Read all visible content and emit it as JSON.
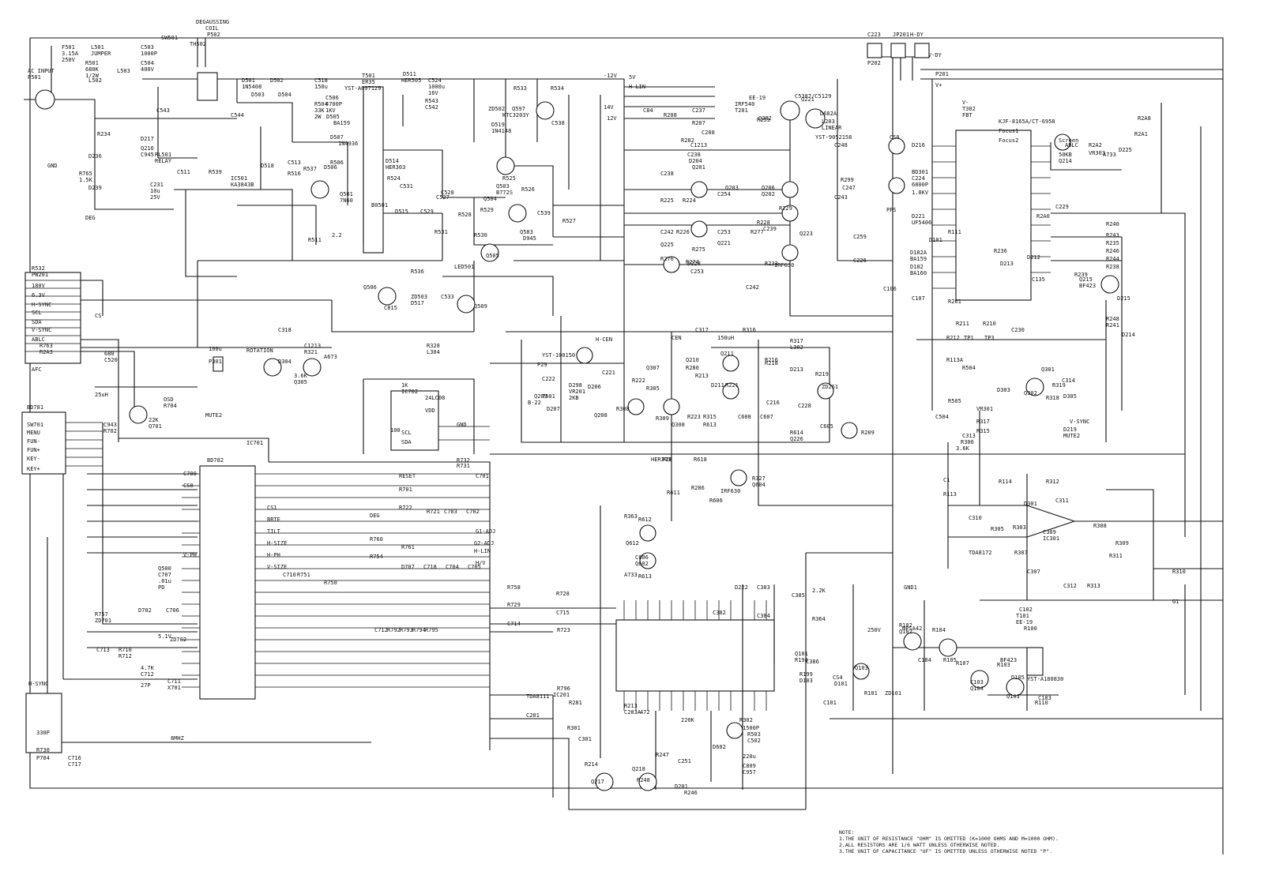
{
  "labels": [
    {
      "text": "AC INPUT"
    },
    {
      "text": "P501"
    },
    {
      "text": "F501"
    },
    {
      "text": "3.15A"
    },
    {
      "text": "250V"
    },
    {
      "text": "L501"
    },
    {
      "text": "JUMPER"
    },
    {
      "text": "R501"
    },
    {
      "text": "680K"
    },
    {
      "text": "1/2W"
    },
    {
      "text": "L502"
    },
    {
      "text": "L503"
    },
    {
      "text": "C503"
    },
    {
      "text": "C504"
    },
    {
      "text": "1000P"
    },
    {
      "text": "400V"
    },
    {
      "text": "SW501"
    },
    {
      "text": "TH502"
    },
    {
      "text": "DEGAUSSING"
    },
    {
      "text": "COIL"
    },
    {
      "text": "P502"
    },
    {
      "text": "D501"
    },
    {
      "text": "D502"
    },
    {
      "text": "D503"
    },
    {
      "text": "D504"
    },
    {
      "text": "1N5408"
    },
    {
      "text": "C518"
    },
    {
      "text": "150u"
    },
    {
      "text": "C543"
    },
    {
      "text": "C544"
    },
    {
      "text": "C506"
    },
    {
      "text": "4700P"
    },
    {
      "text": "1KV"
    },
    {
      "text": "R504"
    },
    {
      "text": "33K"
    },
    {
      "text": "2W"
    },
    {
      "text": "D505"
    },
    {
      "text": "BA159"
    },
    {
      "text": "T501"
    },
    {
      "text": "ER35"
    },
    {
      "text": "YST-A697129"
    },
    {
      "text": "D511"
    },
    {
      "text": "HER505"
    },
    {
      "text": "C524"
    },
    {
      "text": "1000u"
    },
    {
      "text": "16V"
    },
    {
      "text": "-12V"
    },
    {
      "text": "5V"
    },
    {
      "text": "14V"
    },
    {
      "text": "12V"
    },
    {
      "text": "H-LIN"
    },
    {
      "text": "R533"
    },
    {
      "text": "R534"
    },
    {
      "text": "R543"
    },
    {
      "text": "C542"
    },
    {
      "text": "ZD502"
    },
    {
      "text": "Q597"
    },
    {
      "text": "KTC3203Y"
    },
    {
      "text": "D519"
    },
    {
      "text": "1N4148"
    },
    {
      "text": "C538"
    },
    {
      "text": "R234"
    },
    {
      "text": "D217"
    },
    {
      "text": "Q216"
    },
    {
      "text": "C945"
    },
    {
      "text": "RL501"
    },
    {
      "text": "RELAY"
    },
    {
      "text": "D236"
    },
    {
      "text": "D239"
    },
    {
      "text": "C231"
    },
    {
      "text": "10u"
    },
    {
      "text": "25V"
    },
    {
      "text": "R765"
    },
    {
      "text": "1.5K"
    },
    {
      "text": "GND"
    },
    {
      "text": "DEG"
    },
    {
      "text": "C511"
    },
    {
      "text": "R539"
    },
    {
      "text": "IC501"
    },
    {
      "text": "KA3843B"
    },
    {
      "text": "C513"
    },
    {
      "text": "R537"
    },
    {
      "text": "D518"
    },
    {
      "text": "R516"
    },
    {
      "text": "D507"
    },
    {
      "text": "1N4936"
    },
    {
      "text": "D506"
    },
    {
      "text": "R506"
    },
    {
      "text": "Q501"
    },
    {
      "text": "7N60"
    },
    {
      "text": "R511"
    },
    {
      "text": "2.2"
    },
    {
      "text": "D514"
    },
    {
      "text": "HER303"
    },
    {
      "text": "R524"
    },
    {
      "text": "C531"
    },
    {
      "text": "C527"
    },
    {
      "text": "C528"
    },
    {
      "text": "Q503"
    },
    {
      "text": "B772S"
    },
    {
      "text": "R525"
    },
    {
      "text": "R526"
    },
    {
      "text": "Q504"
    },
    {
      "text": "B0501"
    },
    {
      "text": "D515"
    },
    {
      "text": "C529"
    },
    {
      "text": "C539"
    },
    {
      "text": "R527"
    },
    {
      "text": "Q583"
    },
    {
      "text": "D945"
    },
    {
      "text": "R528"
    },
    {
      "text": "R529"
    },
    {
      "text": "R530"
    },
    {
      "text": "R531"
    },
    {
      "text": "Q505"
    },
    {
      "text": "LED501"
    },
    {
      "text": "R536"
    },
    {
      "text": "ZD503"
    },
    {
      "text": "D517"
    },
    {
      "text": "Q506"
    },
    {
      "text": "C815"
    },
    {
      "text": "C533"
    },
    {
      "text": "Q509"
    },
    {
      "text": "R532"
    },
    {
      "text": "PW201"
    },
    {
      "text": "180V"
    },
    {
      "text": "6.3V"
    },
    {
      "text": "H-SYNC"
    },
    {
      "text": "SCL"
    },
    {
      "text": "SDA"
    },
    {
      "text": "V-SYNC"
    },
    {
      "text": "ABLC"
    },
    {
      "text": "AFC"
    },
    {
      "text": "CS"
    },
    {
      "text": "R763"
    },
    {
      "text": "R2A3"
    },
    {
      "text": "680"
    },
    {
      "text": "C520"
    },
    {
      "text": "100u"
    },
    {
      "text": "P301"
    },
    {
      "text": "ROTATION"
    },
    {
      "text": "C318"
    },
    {
      "text": "D304"
    },
    {
      "text": "C1213"
    },
    {
      "text": "R321"
    },
    {
      "text": "3.6K"
    },
    {
      "text": "Q305"
    },
    {
      "text": "A673"
    },
    {
      "text": "R328"
    },
    {
      "text": "L304"
    },
    {
      "text": "25uH"
    },
    {
      "text": "MUTE2"
    },
    {
      "text": "BD781"
    },
    {
      "text": "SW701"
    },
    {
      "text": "MENU"
    },
    {
      "text": "FUN-"
    },
    {
      "text": "FUN+"
    },
    {
      "text": "KEY-"
    },
    {
      "text": "KEY+"
    },
    {
      "text": "OSD"
    },
    {
      "text": "R704"
    },
    {
      "text": "22K"
    },
    {
      "text": "Q701"
    },
    {
      "text": "C943"
    },
    {
      "text": "R702"
    },
    {
      "text": "1K"
    },
    {
      "text": "IC702"
    },
    {
      "text": "24LC08"
    },
    {
      "text": "VDD"
    },
    {
      "text": "SCL"
    },
    {
      "text": "SDA"
    },
    {
      "text": "GND"
    },
    {
      "text": "R732"
    },
    {
      "text": "R731"
    },
    {
      "text": "100"
    },
    {
      "text": "BD782"
    },
    {
      "text": "IC701"
    },
    {
      "text": "C700"
    },
    {
      "text": "CS0"
    },
    {
      "text": "CS1"
    },
    {
      "text": "BRTE"
    },
    {
      "text": "TILT"
    },
    {
      "text": "H-SIZE"
    },
    {
      "text": "H-PH"
    },
    {
      "text": "V-SIZE"
    },
    {
      "text": "V-PH"
    },
    {
      "text": "RESET"
    },
    {
      "text": "R701"
    },
    {
      "text": "R722"
    },
    {
      "text": "R721"
    },
    {
      "text": "C703"
    },
    {
      "text": "C702"
    },
    {
      "text": "C701"
    },
    {
      "text": "G1-ADJ"
    },
    {
      "text": "G2-ADJ"
    },
    {
      "text": "H-LIN"
    },
    {
      "text": "H/V"
    },
    {
      "text": "DEG"
    },
    {
      "text": "R760"
    },
    {
      "text": "R761"
    },
    {
      "text": "R754"
    },
    {
      "text": "D707"
    },
    {
      "text": "C718"
    },
    {
      "text": "C704"
    },
    {
      "text": "C705"
    },
    {
      "text": "C710"
    },
    {
      "text": "R751"
    },
    {
      "text": "R750"
    },
    {
      "text": "Q500"
    },
    {
      "text": "C707"
    },
    {
      "text": ".01u"
    },
    {
      "text": "PD"
    },
    {
      "text": "D702"
    },
    {
      "text": "C706"
    },
    {
      "text": "R757"
    },
    {
      "text": "ZD701"
    },
    {
      "text": "5.1V"
    },
    {
      "text": "ZD702"
    },
    {
      "text": "C713"
    },
    {
      "text": "R710"
    },
    {
      "text": "R712"
    },
    {
      "text": "4.7K"
    },
    {
      "text": "C712"
    },
    {
      "text": "27P"
    },
    {
      "text": "C711"
    },
    {
      "text": "X701"
    },
    {
      "text": "8MHZ"
    },
    {
      "text": "H-SYNC"
    },
    {
      "text": "P704"
    },
    {
      "text": "C716"
    },
    {
      "text": "C717"
    },
    {
      "text": "330P"
    },
    {
      "text": "R730"
    },
    {
      "text": "R758"
    },
    {
      "text": "R729"
    },
    {
      "text": "R728"
    },
    {
      "text": "C715"
    },
    {
      "text": "C714"
    },
    {
      "text": "R723"
    },
    {
      "text": "C712"
    },
    {
      "text": "R792"
    },
    {
      "text": "R793"
    },
    {
      "text": "R794"
    },
    {
      "text": "R795"
    },
    {
      "text": "R796"
    },
    {
      "text": "IC201"
    },
    {
      "text": "TDA8111"
    },
    {
      "text": "R281"
    },
    {
      "text": "C201"
    },
    {
      "text": "R301"
    },
    {
      "text": "C301"
    },
    {
      "text": "R213"
    },
    {
      "text": "C283A"
    },
    {
      "text": "472"
    },
    {
      "text": "R214"
    },
    {
      "text": "Q218"
    },
    {
      "text": "Q217"
    },
    {
      "text": "R248"
    },
    {
      "text": "R247"
    },
    {
      "text": "C251"
    },
    {
      "text": "D201"
    },
    {
      "text": "R246"
    },
    {
      "text": "220K"
    },
    {
      "text": "D602"
    },
    {
      "text": "C809"
    },
    {
      "text": "C957"
    },
    {
      "text": "220u"
    },
    {
      "text": "D222"
    },
    {
      "text": "C383"
    },
    {
      "text": "C382"
    },
    {
      "text": "C384"
    },
    {
      "text": "C385"
    },
    {
      "text": "C386"
    },
    {
      "text": "R302"
    },
    {
      "text": "R503"
    },
    {
      "text": "C502"
    },
    {
      "text": "1500P"
    },
    {
      "text": "2.2K"
    },
    {
      "text": "R364"
    },
    {
      "text": "R363"
    },
    {
      "text": "R612"
    },
    {
      "text": "Q612"
    },
    {
      "text": "C606"
    },
    {
      "text": "Q602"
    },
    {
      "text": "A733"
    },
    {
      "text": "R613"
    },
    {
      "text": "R286"
    },
    {
      "text": "R611"
    },
    {
      "text": "R618"
    },
    {
      "text": "R327"
    },
    {
      "text": "Q604"
    },
    {
      "text": "IRF630"
    },
    {
      "text": "R606"
    },
    {
      "text": "HER303"
    },
    {
      "text": "P28"
    },
    {
      "text": "P29"
    },
    {
      "text": "D206"
    },
    {
      "text": "D207"
    },
    {
      "text": "D298"
    },
    {
      "text": "VR201"
    },
    {
      "text": "2KB"
    },
    {
      "text": "H-CEN"
    },
    {
      "text": "Q208"
    },
    {
      "text": "Q209"
    },
    {
      "text": "T501"
    },
    {
      "text": "B-22"
    },
    {
      "text": "YST-100150"
    },
    {
      "text": "C222"
    },
    {
      "text": "C221"
    },
    {
      "text": "CEN"
    },
    {
      "text": "C317"
    },
    {
      "text": "R316"
    },
    {
      "text": "R317"
    },
    {
      "text": "L302"
    },
    {
      "text": "150uH"
    },
    {
      "text": "Q211"
    },
    {
      "text": "D211"
    },
    {
      "text": "D213"
    },
    {
      "text": "Q210"
    },
    {
      "text": "R280"
    },
    {
      "text": "R213"
    },
    {
      "text": "R216"
    },
    {
      "text": "R218"
    },
    {
      "text": "R219"
    },
    {
      "text": "ZD261"
    },
    {
      "text": "R221"
    },
    {
      "text": "C216"
    },
    {
      "text": "C228"
    },
    {
      "text": "R222"
    },
    {
      "text": "R305"
    },
    {
      "text": "R308"
    },
    {
      "text": "R309"
    },
    {
      "text": "Q308"
    },
    {
      "text": "Q307"
    },
    {
      "text": "R315"
    },
    {
      "text": "R223"
    },
    {
      "text": "R613"
    },
    {
      "text": "C608"
    },
    {
      "text": "C607"
    },
    {
      "text": "R614"
    },
    {
      "text": "C605"
    },
    {
      "text": "R209"
    },
    {
      "text": "Q226"
    },
    {
      "text": "C84"
    },
    {
      "text": "R208"
    },
    {
      "text": "C237"
    },
    {
      "text": "R207"
    },
    {
      "text": "C208"
    },
    {
      "text": "R282"
    },
    {
      "text": "C238"
    },
    {
      "text": "D204"
    },
    {
      "text": "Q201"
    },
    {
      "text": "C1213"
    },
    {
      "text": "C238"
    },
    {
      "text": "R225"
    },
    {
      "text": "R224"
    },
    {
      "text": "C254"
    },
    {
      "text": "Q203"
    },
    {
      "text": "C242"
    },
    {
      "text": "R226"
    },
    {
      "text": "C253"
    },
    {
      "text": "Q225"
    },
    {
      "text": "R275"
    },
    {
      "text": "R276"
    },
    {
      "text": "R274"
    },
    {
      "text": "C253"
    },
    {
      "text": "Q221"
    },
    {
      "text": "D228"
    },
    {
      "text": "C242"
    },
    {
      "text": "R277"
    },
    {
      "text": "Q223"
    },
    {
      "text": "IRF630"
    },
    {
      "text": "R232"
    },
    {
      "text": "R228"
    },
    {
      "text": "C239"
    },
    {
      "text": "R229"
    },
    {
      "text": "Q206"
    },
    {
      "text": "Q202"
    },
    {
      "text": "IRF540"
    },
    {
      "text": "T201"
    },
    {
      "text": "EE-19"
    },
    {
      "text": "C5387/C5129"
    },
    {
      "text": "Q282"
    },
    {
      "text": "Q221"
    },
    {
      "text": "D682A"
    },
    {
      "text": "L203"
    },
    {
      "text": "LINEAR"
    },
    {
      "text": "YST-9052158"
    },
    {
      "text": "C248"
    },
    {
      "text": "C247"
    },
    {
      "text": "R253"
    },
    {
      "text": "R299"
    },
    {
      "text": "C243"
    },
    {
      "text": "C226"
    },
    {
      "text": "C259"
    },
    {
      "text": "C223"
    },
    {
      "text": "P202"
    },
    {
      "text": "JP201"
    },
    {
      "text": "H-DY"
    },
    {
      "text": "V-DY"
    },
    {
      "text": "P201"
    },
    {
      "text": "V+"
    },
    {
      "text": "V-"
    },
    {
      "text": "T302"
    },
    {
      "text": "FBT"
    },
    {
      "text": "KJF-8165A/CT-6958"
    },
    {
      "text": "Focus1"
    },
    {
      "text": "Focus2"
    },
    {
      "text": "Screen"
    },
    {
      "text": "ABLC"
    },
    {
      "text": "R2A2"
    },
    {
      "text": "VR303"
    },
    {
      "text": "50KB"
    },
    {
      "text": "Q214"
    },
    {
      "text": "A733"
    },
    {
      "text": "D225"
    },
    {
      "text": "R2A1"
    },
    {
      "text": "R2A8"
    },
    {
      "text": "CS0"
    },
    {
      "text": "D216"
    },
    {
      "text": "BD301"
    },
    {
      "text": "C224"
    },
    {
      "text": "6800P"
    },
    {
      "text": "1.8KV"
    },
    {
      "text": "PPS"
    },
    {
      "text": "D221"
    },
    {
      "text": "UF5406"
    },
    {
      "text": "D101"
    },
    {
      "text": "R111"
    },
    {
      "text": "R2A0"
    },
    {
      "text": "C229"
    },
    {
      "text": "R240"
    },
    {
      "text": "R243"
    },
    {
      "text": "R235"
    },
    {
      "text": "R246"
    },
    {
      "text": "R244"
    },
    {
      "text": "R238"
    },
    {
      "text": "R239"
    },
    {
      "text": "R248"
    },
    {
      "text": "R241"
    },
    {
      "text": "Q215"
    },
    {
      "text": "BF423"
    },
    {
      "text": "D215"
    },
    {
      "text": "D182A"
    },
    {
      "text": "BA159"
    },
    {
      "text": "D182"
    },
    {
      "text": "BA160"
    },
    {
      "text": "C106"
    },
    {
      "text": "C107"
    },
    {
      "text": "R261"
    },
    {
      "text": "C135"
    },
    {
      "text": "D213"
    },
    {
      "text": "D212"
    },
    {
      "text": "R236"
    },
    {
      "text": "D214"
    },
    {
      "text": "R211"
    },
    {
      "text": "R210"
    },
    {
      "text": "TP1"
    },
    {
      "text": "TP3"
    },
    {
      "text": "C230"
    },
    {
      "text": "R212"
    },
    {
      "text": "R113A"
    },
    {
      "text": "R504"
    },
    {
      "text": "R505"
    },
    {
      "text": "C504"
    },
    {
      "text": "Q301"
    },
    {
      "text": "R319"
    },
    {
      "text": "C314"
    },
    {
      "text": "D305"
    },
    {
      "text": "R318"
    },
    {
      "text": "Q302"
    },
    {
      "text": "D303"
    },
    {
      "text": "VR301"
    },
    {
      "text": "R317"
    },
    {
      "text": "R315"
    },
    {
      "text": "C313"
    },
    {
      "text": "R306"
    },
    {
      "text": "3.6K"
    },
    {
      "text": "V-SYNC"
    },
    {
      "text": "D219"
    },
    {
      "text": "MUTE2"
    },
    {
      "text": "C1"
    },
    {
      "text": "R113"
    },
    {
      "text": "R114"
    },
    {
      "text": "R312"
    },
    {
      "text": "D301"
    },
    {
      "text": "C311"
    },
    {
      "text": "C310"
    },
    {
      "text": "R303"
    },
    {
      "text": "R305"
    },
    {
      "text": "C309"
    },
    {
      "text": "IC301"
    },
    {
      "text": "TDA8172"
    },
    {
      "text": "R307"
    },
    {
      "text": "C307"
    },
    {
      "text": "R308"
    },
    {
      "text": "R309"
    },
    {
      "text": "R311"
    },
    {
      "text": "C312"
    },
    {
      "text": "R313"
    },
    {
      "text": "R310"
    },
    {
      "text": "G1"
    },
    {
      "text": "GND1"
    },
    {
      "text": "250V"
    },
    {
      "text": "R102"
    },
    {
      "text": "Q102"
    },
    {
      "text": "MPSA42"
    },
    {
      "text": "R104"
    },
    {
      "text": "Q103"
    },
    {
      "text": "ZD101"
    },
    {
      "text": "R103"
    },
    {
      "text": "C184"
    },
    {
      "text": "R105"
    },
    {
      "text": "R107"
    },
    {
      "text": "C103"
    },
    {
      "text": "Q104"
    },
    {
      "text": "BF423"
    },
    {
      "text": "R100"
    },
    {
      "text": "C102"
    },
    {
      "text": "T101"
    },
    {
      "text": "EE-19"
    },
    {
      "text": "YST-A180830"
    },
    {
      "text": "D105"
    },
    {
      "text": "Q103"
    },
    {
      "text": "R110"
    },
    {
      "text": "C183"
    },
    {
      "text": "CS4"
    },
    {
      "text": "D101"
    },
    {
      "text": "C101"
    },
    {
      "text": "R101"
    },
    {
      "text": "Q101"
    },
    {
      "text": "R198"
    },
    {
      "text": "R199"
    },
    {
      "text": "D103"
    },
    {
      "text": "1N4148"
    }
  ],
  "notes": [
    "NOTE:",
    "1.THE UNIT OF RESISTANCE \"OHM\" IS OMITTED (K=1000 OHMS AND M=1000 OHM).",
    "2.ALL RESISTORS ARE 1/6 WATT UNLESS OTHERWISE NOTED.",
    "3.THE UNIT OF CAPACITANCE \"UF\" IS OMITTED UNLESS OTHERWISE NOTED \"P\"."
  ]
}
